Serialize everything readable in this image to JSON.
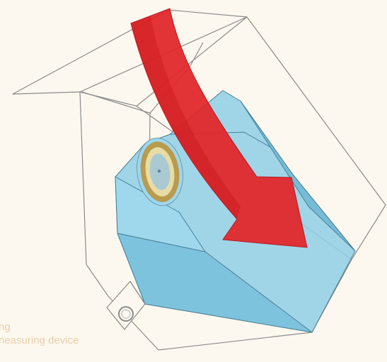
{
  "caption": {
    "line1": "ng",
    "line2": "neasuring device"
  },
  "colors": {
    "background": "#fdf8ef",
    "frame_stroke": "#8b8b8b",
    "water_fill": "#8fcfe6",
    "water_fill_dark": "#6fb7d3",
    "arrow_fill": "#e0262a",
    "arrow_dark": "#b81a1f",
    "ring_outer": "#b89b4e",
    "ring_inner": "#e8dca6",
    "caption_text": "#e7cfaa"
  },
  "icons": {
    "sensor": "round-ring-sensor",
    "flow_arrow": "curved-flow-arrow",
    "mount_hole": "mounting-bracket-hole"
  }
}
